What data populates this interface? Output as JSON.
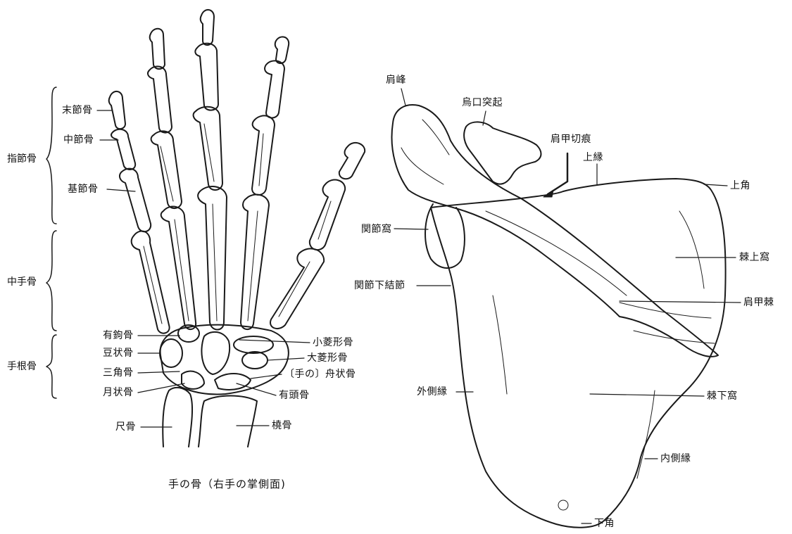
{
  "hand": {
    "caption": "手の骨（右手の掌側面)",
    "groups": {
      "phalanges": "指節骨",
      "metacarpals": "中手骨",
      "carpals": "手根骨"
    },
    "labels": {
      "distal_phalanx": "末節骨",
      "middle_phalanx": "中節骨",
      "proximal_phalanx": "基節骨",
      "hamate": "有鉤骨",
      "pisiform": "豆状骨",
      "triquetrum": "三角骨",
      "lunate": "月状骨",
      "ulna": "尺骨",
      "trapezoid": "小菱形骨",
      "trapezium": "大菱形骨",
      "scaphoid": "〔手の〕舟状骨",
      "capitate": "有頭骨",
      "radius": "橈骨"
    }
  },
  "scapula": {
    "labels": {
      "acromion": "肩峰",
      "coracoid": "烏口突起",
      "scapular_notch": "肩甲切痕",
      "superior_border": "上縁",
      "superior_angle": "上角",
      "glenoid": "関節窩",
      "supraspinous_fossa": "棘上窩",
      "infraglenoid": "関節下結節",
      "spine": "肩甲棘",
      "lateral_border": "外側縁",
      "infraspinous_fossa": "棘下窩",
      "medial_border": "内側縁",
      "inferior_angle": "下角"
    }
  }
}
